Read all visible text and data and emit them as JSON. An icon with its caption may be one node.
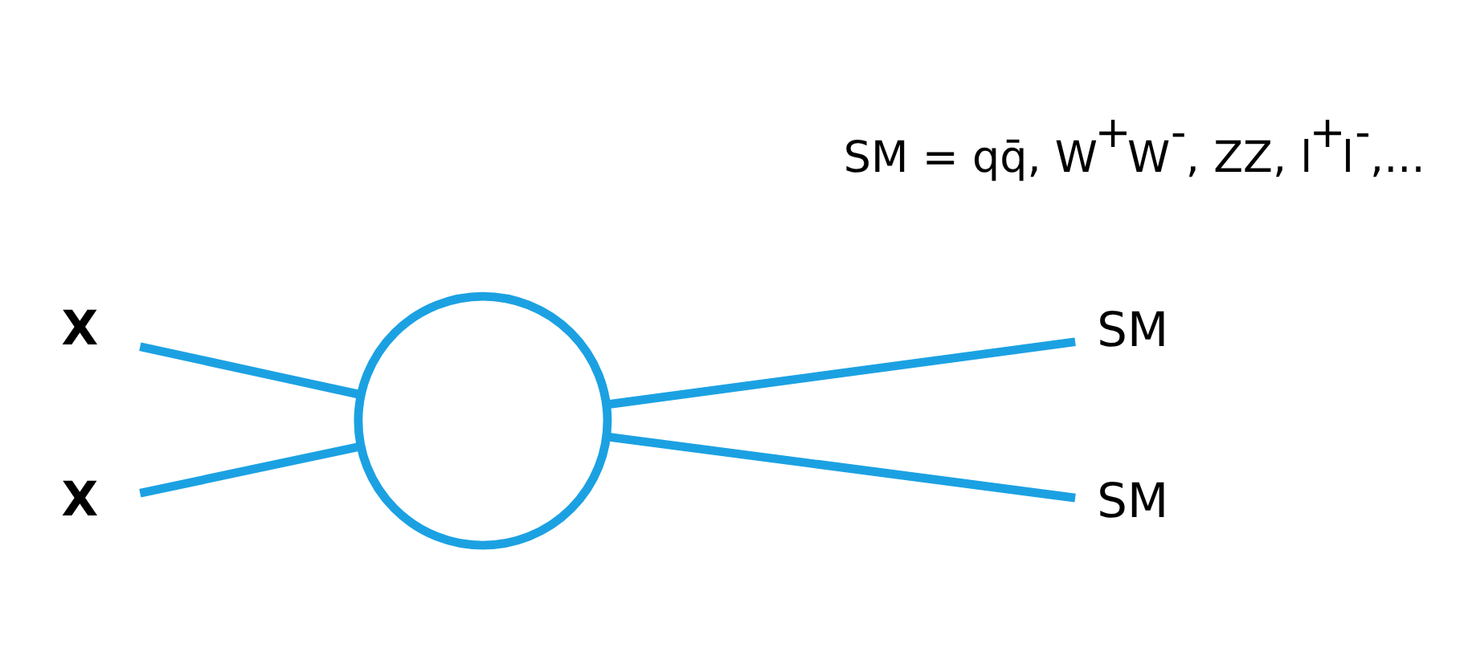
{
  "diagram": {
    "nodes": [
      {
        "text": [
          "X"
        ]
      },
      {
        "text": [
          "X"
        ]
      },
      {
        "text": [],
        "shape": "circle"
      },
      {
        "text": [
          "SM"
        ]
      },
      {
        "text": [
          "SM"
        ]
      }
    ],
    "edges": [
      {
        "from": 0,
        "to": 2,
        "arrow": "none"
      },
      {
        "from": 1,
        "to": 2,
        "arrow": "none"
      },
      {
        "from": 2,
        "to": 3,
        "arrow": "none"
      },
      {
        "from": 2,
        "to": 4,
        "arrow": "none"
      }
    ],
    "labels": [
      "SM = qq̄, W$^{+}$W$^{-}$, ZZ, l$^{+}$l$^{-}$,..."
    ]
  }
}
